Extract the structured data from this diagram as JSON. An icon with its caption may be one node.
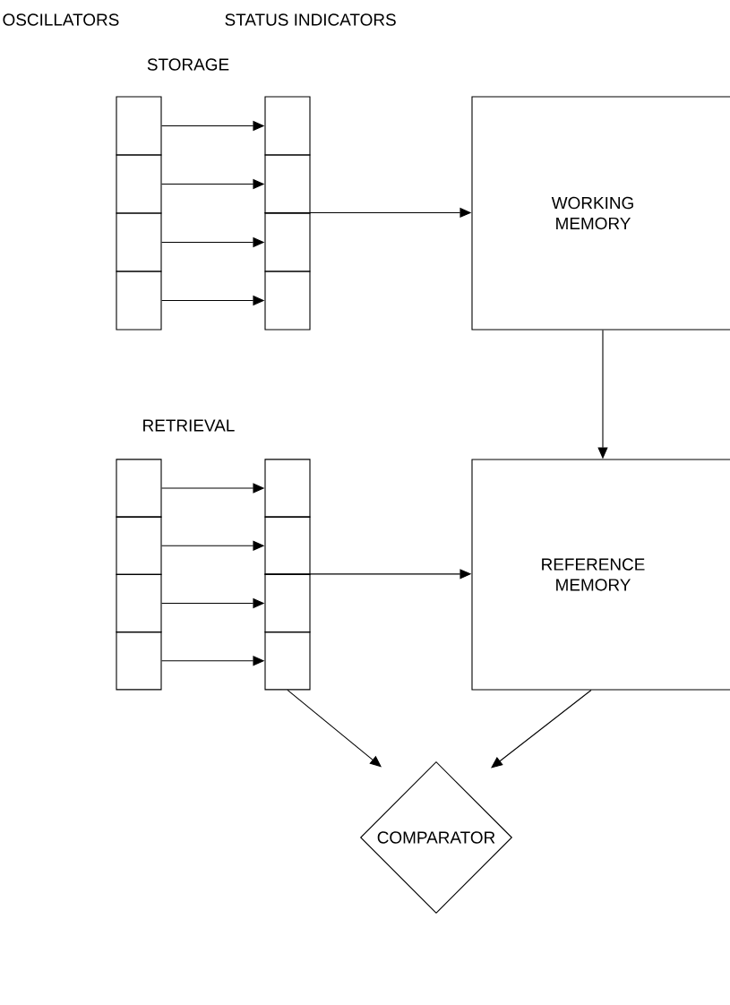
{
  "diagram": {
    "nodes": [
      {
        "text": [],
        "shape": "box"
      },
      {
        "text": [],
        "shape": "box"
      },
      {
        "text": [],
        "shape": "box"
      },
      {
        "text": [],
        "shape": "box"
      },
      {
        "text": [],
        "shape": "box"
      },
      {
        "text": [],
        "shape": "box"
      },
      {
        "text": [],
        "shape": "box"
      },
      {
        "text": [],
        "shape": "box"
      },
      {
        "text": [
          "WORKING MEMORY"
        ]
      },
      {
        "text": [],
        "shape": "box"
      },
      {
        "text": [],
        "shape": "box"
      },
      {
        "text": [],
        "shape": "box"
      },
      {
        "text": [],
        "shape": "box"
      },
      {
        "text": [],
        "shape": "box"
      },
      {
        "text": [],
        "shape": "box"
      },
      {
        "text": [],
        "shape": "box"
      },
      {
        "text": [],
        "shape": "box"
      },
      {
        "text": [
          "REFERENCE MEMORY"
        ]
      },
      {
        "text": [
          "COMPARATOR"
        ]
      }
    ],
    "edges": [
      {
        "from": 0,
        "to": 4,
        "arrow": "to"
      },
      {
        "from": 1,
        "to": 5,
        "arrow": "to"
      },
      {
        "from": 2,
        "to": 6,
        "arrow": "to"
      },
      {
        "from": 3,
        "to": 7,
        "arrow": "to"
      },
      {
        "from": 6,
        "to": 8,
        "arrow": "to"
      },
      {
        "from": 8,
        "to": 17,
        "arrow": "to"
      },
      {
        "from": 9,
        "to": 13,
        "arrow": "to"
      },
      {
        "from": 10,
        "to": 14,
        "arrow": "to"
      },
      {
        "from": 11,
        "to": 15,
        "arrow": "to"
      },
      {
        "from": 12,
        "to": 16,
        "arrow": "to"
      },
      {
        "from": 15,
        "to": 17,
        "arrow": "to"
      },
      {
        "from": 16,
        "to": 18,
        "arrow": "to"
      },
      {
        "from": 17,
        "to": 18,
        "arrow": "to"
      }
    ],
    "labels": [
      "OSCILLATORS",
      "STATUS INDICATORS",
      "STORAGE",
      "RETRIEVAL"
    ]
  }
}
